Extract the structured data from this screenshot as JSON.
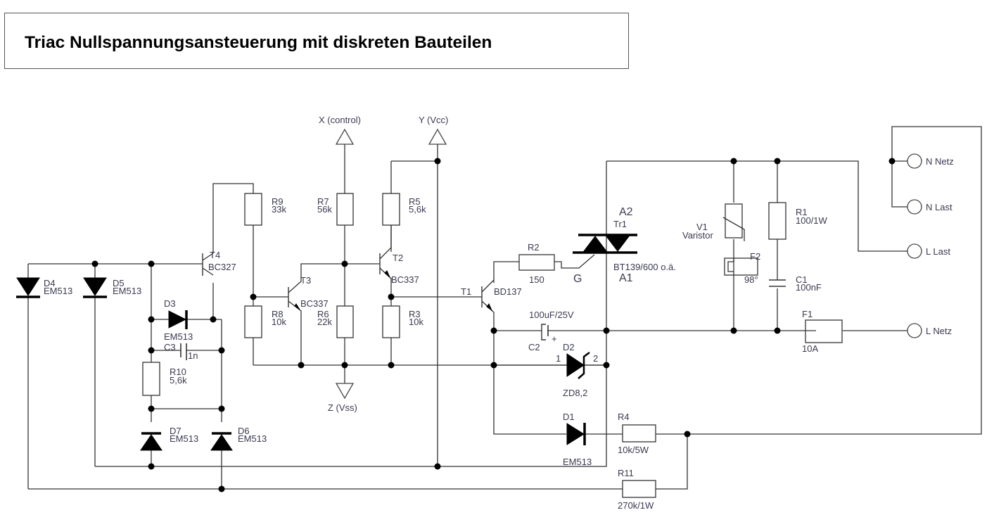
{
  "title": "Triac Nullspannungsansteuerung mit diskreten Bauteilen",
  "ports": {
    "x": "X (control)",
    "y": "Y (Vcc)",
    "z": "Z (Vss)"
  },
  "terminals": {
    "n_netz": "N Netz",
    "n_last": "N Last",
    "l_last": "L Last",
    "l_netz": "L Netz"
  },
  "components": {
    "D4": {
      "ref": "D4",
      "value": "EM513"
    },
    "D5": {
      "ref": "D5",
      "value": "EM513"
    },
    "D3": {
      "ref": "D3",
      "value": "EM513"
    },
    "D7": {
      "ref": "D7",
      "value": "EM513"
    },
    "D6": {
      "ref": "D6",
      "value": "EM513"
    },
    "D1": {
      "ref": "D1",
      "value": "EM513"
    },
    "D2": {
      "ref": "D2",
      "value": "ZD8,2",
      "pin1": "1",
      "pin2": "2"
    },
    "C3": {
      "ref": "C3",
      "value": "1n"
    },
    "C2": {
      "ref": "C2",
      "value": "100uF/25V",
      "plus": "+"
    },
    "C1": {
      "ref": "C1",
      "value": "100nF"
    },
    "R10": {
      "ref": "R10",
      "value": "5,6k"
    },
    "R9": {
      "ref": "R9",
      "value": "33k"
    },
    "R8": {
      "ref": "R8",
      "value": "10k"
    },
    "R7": {
      "ref": "R7",
      "value": "56k"
    },
    "R6": {
      "ref": "R6",
      "value": "22k"
    },
    "R5": {
      "ref": "R5",
      "value": "5,6k"
    },
    "R3": {
      "ref": "R3",
      "value": "10k"
    },
    "R2": {
      "ref": "R2",
      "value": "150"
    },
    "R1": {
      "ref": "R1",
      "value": "100/1W"
    },
    "R4": {
      "ref": "R4",
      "value": "10k/5W"
    },
    "R11": {
      "ref": "R11",
      "value": "270k/1W"
    },
    "T4": {
      "ref": "T4",
      "value": "BC327"
    },
    "T3": {
      "ref": "T3",
      "value": "BC337"
    },
    "T2": {
      "ref": "T2",
      "value": "BC337"
    },
    "T1": {
      "ref": "T1",
      "value": "BD137"
    },
    "Tr1": {
      "ref": "Tr1",
      "value": "BT139/600 o.ä.",
      "a1": "A1",
      "a2": "A2",
      "gate": "G"
    },
    "V1": {
      "ref": "V1",
      "value": "Varistor"
    },
    "F2": {
      "ref": "F2",
      "value": "98°"
    },
    "F1": {
      "ref": "F1",
      "value": "10A"
    }
  }
}
